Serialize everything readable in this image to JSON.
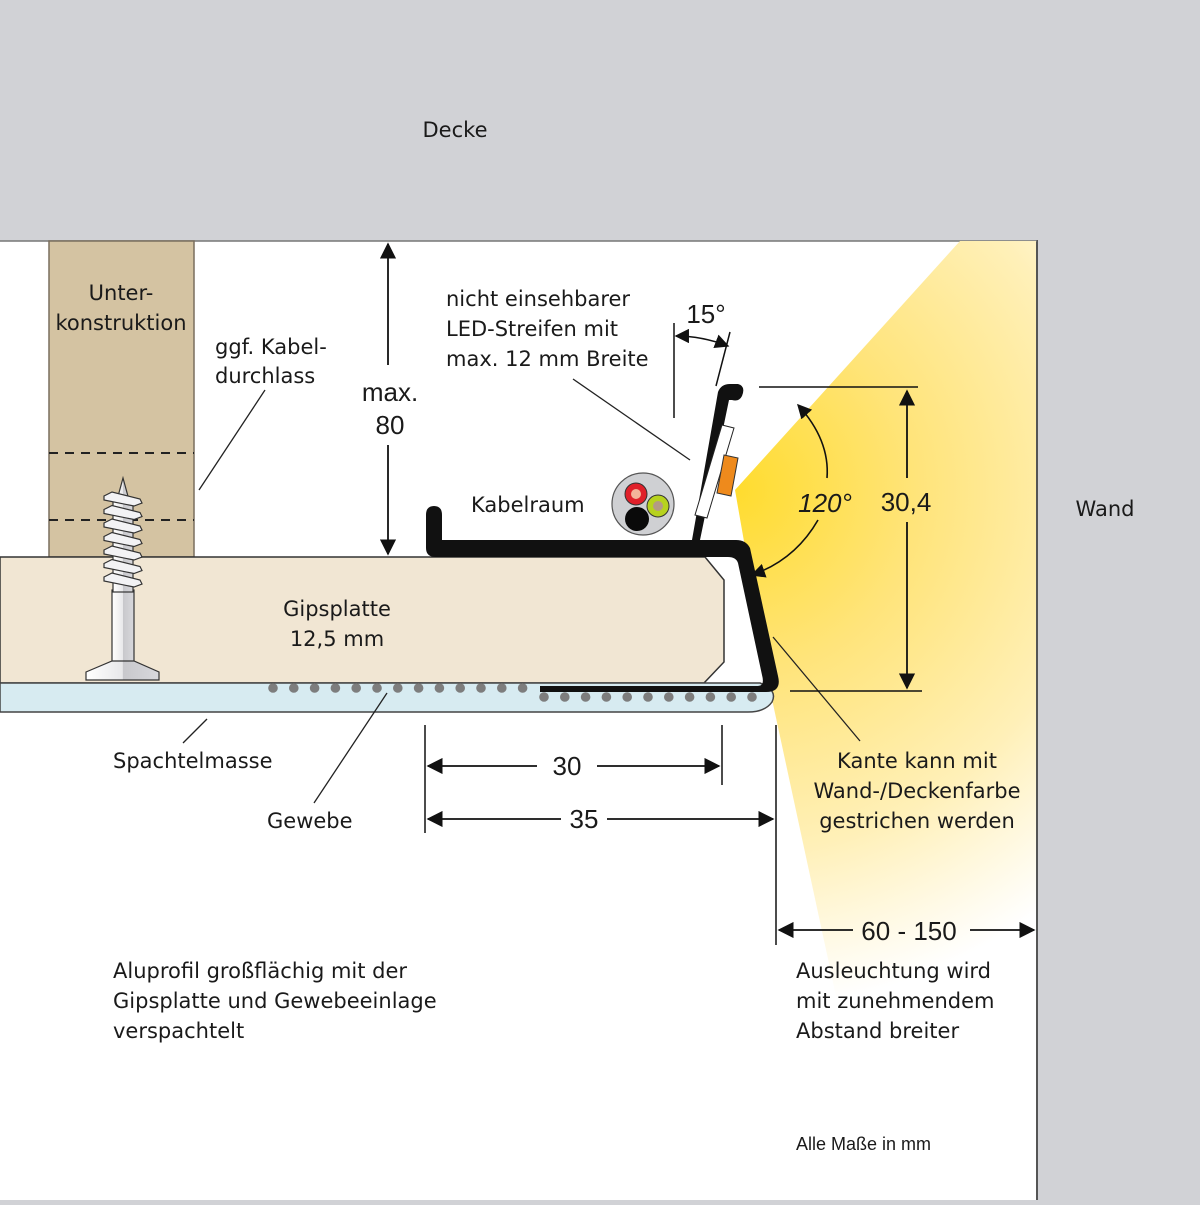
{
  "labels": {
    "ceiling": "Decke",
    "wall": "Wand",
    "substructure": [
      "Unter-",
      "konstruktion"
    ],
    "cable_passage": [
      "ggf. Kabel-",
      "durchlass"
    ],
    "max_height": [
      "max.",
      "80"
    ],
    "led_strip": [
      "nicht einsehbarer",
      "LED-Streifen mit",
      "max. 12 mm Breite"
    ],
    "angle_tilt": "15°",
    "cable_space": "Kabelraum",
    "beam_angle": "120°",
    "profile_height": "30,4",
    "plasterboard": [
      "Gipsplatte",
      "12,5 mm"
    ],
    "filler": "Spachtelmasse",
    "mesh": "Gewebe",
    "dim_inner": "30",
    "dim_outer": "35",
    "edge_paint": [
      "Kante kann mit",
      "Wand-/Deckenfarbe",
      "gestrichen werden"
    ],
    "wall_distance": "60 - 150",
    "profile_note": [
      "Aluprofil großflächig mit der",
      "Gipsplatte und Gewebeeinlage",
      "verspachtelt"
    ],
    "light_note": [
      "Ausleuchtung wird",
      "mit zunehmendem",
      "Abstand breiter"
    ],
    "units_note": "Alle Maße in mm"
  },
  "colors": {
    "background": "#d1d2d6",
    "room": "#ffffff",
    "substructure": "#d4c3a2",
    "plasterboard": "#f1e6d3",
    "filler": "#d7ebf1",
    "mesh_dots": "#7d7d7d",
    "profile": "#111111",
    "light": "#ffe04a",
    "led": "#ee8a1c",
    "cable_red": "#e0202a",
    "cable_green": "#b7d21e",
    "cable_black": "#0a0a0a",
    "cable_sheath": "#cfd0d3"
  }
}
